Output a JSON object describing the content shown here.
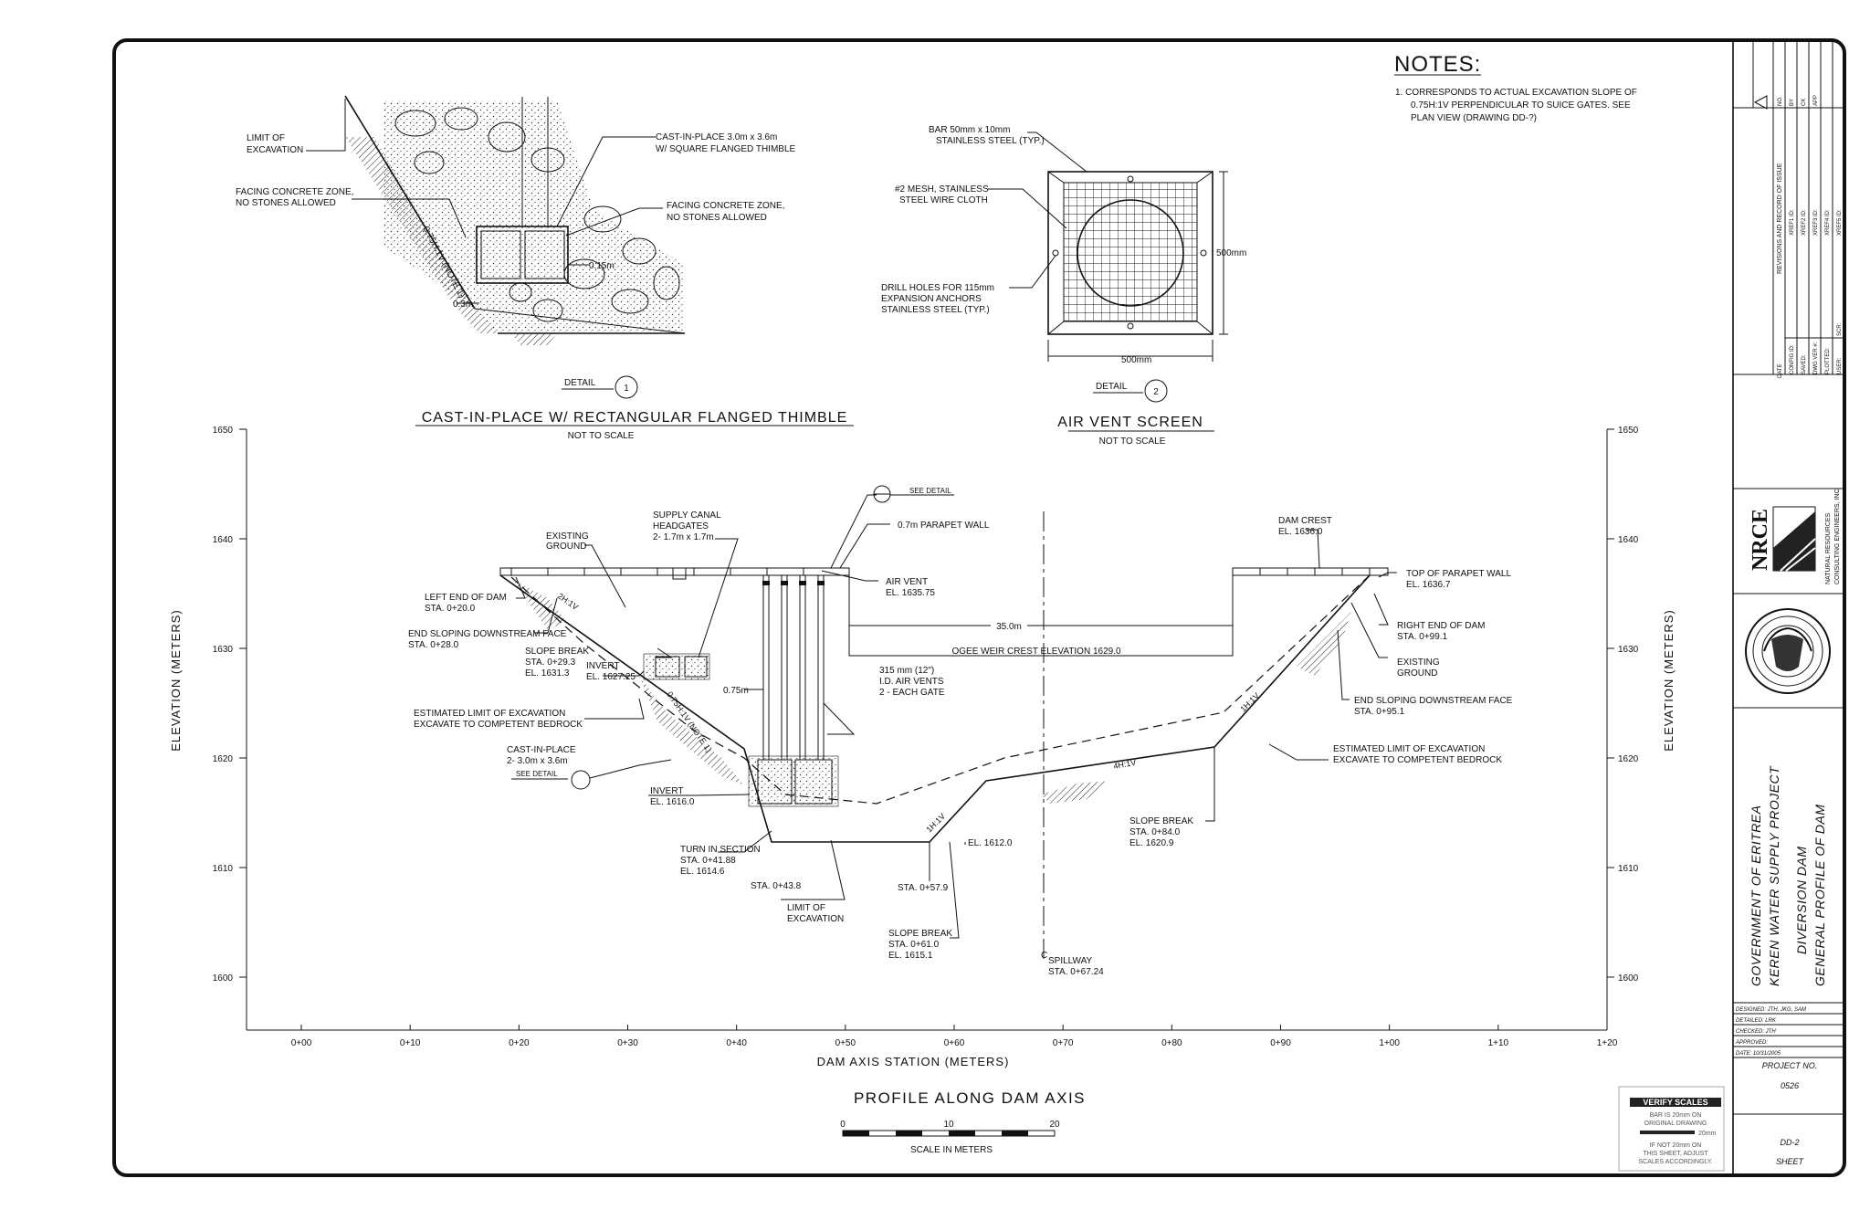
{
  "notes": {
    "heading": "NOTES:",
    "note1": [
      "1.  CORRESPONDS TO ACTUAL EXCAVATION SLOPE    OF",
      "0.75H:1V PERPENDICULAR TO SUICE GATES.    SEE",
      "PLAN VIEW (DRAWING DD-?)"
    ]
  },
  "detail1": {
    "title": "CAST-IN-PLACE W/ RECTANGULAR FLANGED THIMBLE",
    "scale": "NOT TO SCALE",
    "tag_label": "DETAIL",
    "tag_num": "1",
    "labels": {
      "limit": [
        "LIMIT OF",
        "EXCAVATION"
      ],
      "facing_left": [
        "FACING CONCRETE ZONE,",
        "NO STONES ALLOWED"
      ],
      "cast": [
        "CAST-IN-PLACE 3.0m x 3.6m",
        "W/ SQUARE FLANGED THIMBLE"
      ],
      "facing_right": [
        "FACING CONCRETE ZONE,",
        "NO STONES ALLOWED"
      ],
      "dim015": "0.15m",
      "dim03": "0.3m",
      "slope": "0.75H:1V (NOTE 1)"
    }
  },
  "detail2": {
    "title": "AIR VENT SCREEN",
    "scale": "NOT TO SCALE",
    "tag_label": "DETAIL",
    "tag_num": "2",
    "labels": {
      "bar": [
        "BAR 50mm x 10mm",
        "STAINLESS STEEL (TYP.)"
      ],
      "mesh": [
        "#2 MESH, STAINLESS",
        "STEEL WIRE CLOTH"
      ],
      "drill": [
        "DRILL HOLES FOR 115mm",
        "EXPANSION ANCHORS",
        "STAINLESS STEEL (TYP.)"
      ],
      "dim_v": "500mm",
      "dim_h": "500mm"
    }
  },
  "profile": {
    "title": "PROFILE ALONG DAM AXIS",
    "xlabel": "DAM AXIS STATION (METERS)",
    "ylabel": "ELEVATION (METERS)",
    "y_ticks": [
      "1650",
      "1640",
      "1630",
      "1620",
      "1610",
      "1600"
    ],
    "x_ticks": [
      "0+00",
      "0+10",
      "0+20",
      "0+30",
      "0+40",
      "0+50",
      "0+60",
      "0+70",
      "0+80",
      "0+90",
      "1+00",
      "1+10",
      "1+20"
    ],
    "labels": {
      "existing_ground_l": [
        "EXISTING",
        "GROUND"
      ],
      "left_end": [
        "LEFT END OF DAM",
        "STA. 0+20.0"
      ],
      "end_slope_l": [
        "END SLOPING DOWNSTREAM FACE",
        "STA. 0+28.0"
      ],
      "slope_break1": [
        "SLOPE BREAK",
        "STA. 0+29.3",
        "EL. 1631.3"
      ],
      "invert1": [
        "INVERT",
        "EL. 1627.25"
      ],
      "est_limit_l": [
        "ESTIMATED LIMIT OF EXCAVATION",
        "EXCAVATE TO COMPETENT BEDROCK"
      ],
      "cast_in_place": [
        "CAST-IN-PLACE",
        "2- 3.0m x 3.6m"
      ],
      "see_detail": "SEE DETAIL",
      "invert2": [
        "INVERT",
        "EL. 1616.0"
      ],
      "turn": [
        "TURN IN SECTION",
        "STA. 0+41.88",
        "EL. 1614.6"
      ],
      "sta438": "STA. 0+43.8",
      "limit_exc": [
        "LIMIT OF",
        "EXCAVATION"
      ],
      "supply": [
        "SUPPLY CANAL",
        "HEADGATES",
        "2- 1.7m x 1.7m"
      ],
      "see_detail2": "SEE DETAIL",
      "parapet": "0.7m PARAPET WALL",
      "air_vent": [
        "AIR VENT",
        "EL. 1635.75"
      ],
      "vents": [
        "315 mm (12\")",
        "I.D. AIR VENTS",
        "2 - EACH GATE"
      ],
      "dim075": "0.75m",
      "dim35": "35.0m",
      "ogee": "OGEE WEIR CREST ELEVATION 1629.0",
      "dam_crest": [
        "DAM CREST",
        "EL. 1636.0"
      ],
      "top_parapet": [
        "TOP OF PARAPET WALL",
        "EL. 1636.7"
      ],
      "right_end": [
        "RIGHT END OF DAM",
        "STA. 0+99.1"
      ],
      "existing_ground_r": [
        "EXISTING",
        "GROUND"
      ],
      "end_slope_r": [
        "END SLOPING DOWNSTREAM FACE",
        "STA. 0+95.1"
      ],
      "est_limit_r": [
        "ESTIMATED LIMIT OF EXCAVATION",
        "EXCAVATE TO COMPETENT BEDROCK"
      ],
      "slope_break2": [
        "SLOPE BREAK",
        "STA. 0+84.0",
        "EL. 1620.9"
      ],
      "el1612": "EL. 1612.0",
      "sta579": "STA. 0+57.9",
      "slope_break3": [
        "SLOPE BREAK",
        "STA. 0+61.0",
        "EL. 1615.1"
      ],
      "spillway": [
        "SPILLWAY",
        "STA. 0+67.24"
      ],
      "cl": "C",
      "s_2h1v": "2H:1V",
      "s_075": "0.75H:1V (NOTE 1)",
      "s_1h1v_a": "1H:1V",
      "s_4h1v": "4H:1V",
      "s_1h1v_b": "1H:1V"
    }
  },
  "scale_bar": {
    "ticks": [
      "0",
      "10",
      "20"
    ],
    "label": "SCALE IN METERS"
  },
  "verify": {
    "title": "VERIFY SCALES",
    "lines": [
      "BAR IS 20mm ON",
      "ORIGINAL DRAWING",
      "IF NOT 20mm ON",
      "THIS SHEET, ADJUST",
      "SCALES ACCORDINGLY."
    ],
    "mm": "20mm"
  },
  "title_block": {
    "rev_header": "REVISIONS AND RECORD OF ISSUE",
    "rev_cols": [
      "NO.",
      "BY",
      "CK",
      "APP"
    ],
    "rev_date": "DATE",
    "xref_items": [
      "XREF1 ID:",
      "XREF2 ID:",
      "XREF3 ID:",
      "XREF4 ID:",
      "XREF5 ID:"
    ],
    "file_items": [
      "CONFIG ID:",
      "SAVED:",
      "DWG VER #:",
      "PLOTTED:",
      "USER:"
    ],
    "scr": "SCR:",
    "company": [
      "NATURAL RESOURCES",
      "CONSULTING ENGINEERS, INC."
    ],
    "logo": "NRCE",
    "project": [
      "GOVERNMENT OF ERITREA",
      "KEREN WATER SUPPLY PROJECT"
    ],
    "drawing": [
      "DIVERSION DAM",
      "GENERAL PROFILE OF DAM"
    ],
    "designed": "DESIGNED: JTH, JKG, SAM",
    "detailed": "DETAILED: LRK",
    "checked": "CHECKED: JTH",
    "approved": "APPROVED:",
    "date": "DATE: 10/31/2005",
    "project_no_label": "PROJECT NO.",
    "project_no": "0526",
    "sheet_no": "DD-2",
    "sheet_label": "SHEET"
  }
}
